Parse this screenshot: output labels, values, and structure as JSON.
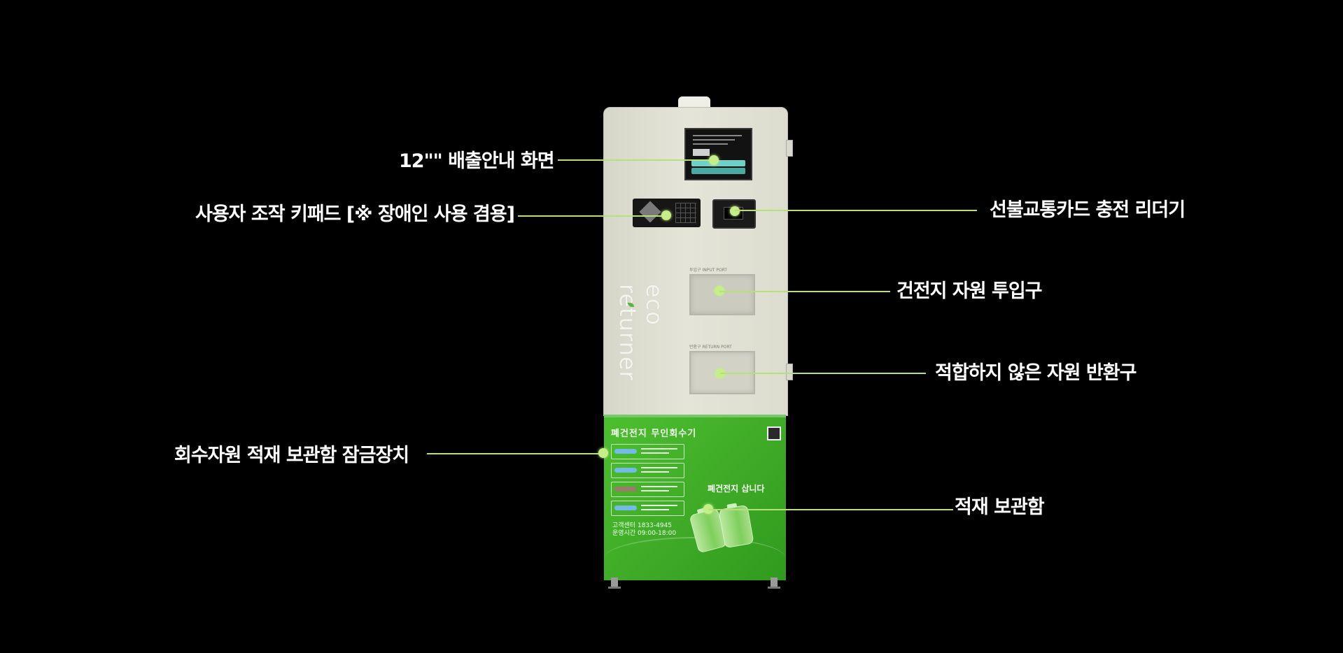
{
  "labels": {
    "screen": "12\"\"  배출안내 화면",
    "keypad": "사용자 조작 키패드 [※ 장애인 사용 겸용]",
    "card_reader": "선불교통카드 충전 리더기",
    "input_port": "건전지 자원 투입구",
    "return_port": "적합하지 않은 자원 반환구",
    "lock": "회수자원 적재 보관함 잠금장치",
    "storage": "적재 보관함"
  },
  "machine": {
    "brand": "eco returner",
    "input_port_label": "투입구",
    "input_port_label_en": "INPUT PORT",
    "return_port_label": "반환구",
    "return_port_label_en": "RETURN PORT",
    "lower_title": "폐건전지 무인회수기",
    "lower_message": "폐건전지 삽니다",
    "contact_line1": "고객센터 1833-4945",
    "contact_line2": "운영시간 09:00-18:00"
  },
  "colors": {
    "background": "#000000",
    "callout": "#c5ee86",
    "machine_body": "#e0e0d4",
    "machine_green": "#45b52a"
  }
}
